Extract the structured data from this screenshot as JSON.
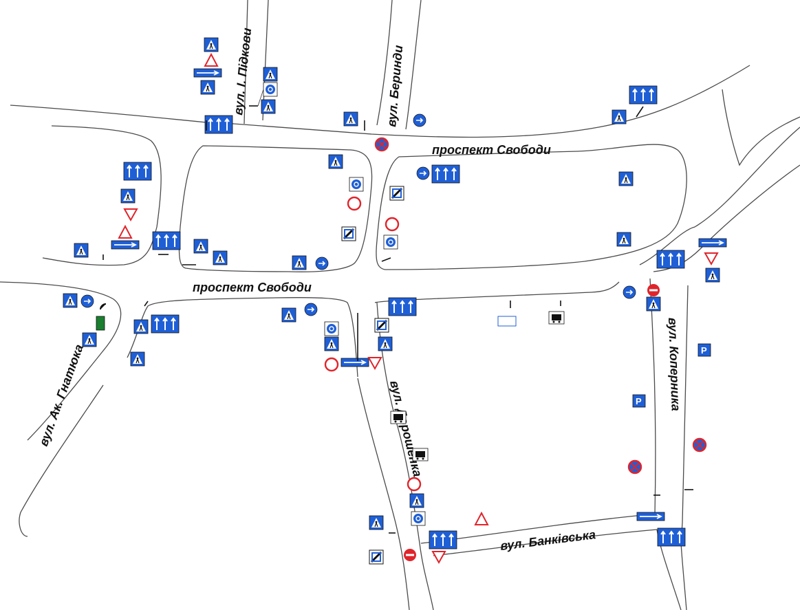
{
  "map": {
    "streets": [
      {
        "id": "prospekt-svobody-top",
        "label": "проспект Свободи"
      },
      {
        "id": "prospekt-svobody-bottom",
        "label": "проспект Свободи"
      },
      {
        "id": "vul-pidkovy",
        "label": "вул. І. Підкови"
      },
      {
        "id": "vul-beryndy",
        "label": "вул. Беринди"
      },
      {
        "id": "vul-hnatiuka",
        "label": "вул. Ак. Гнатюка"
      },
      {
        "id": "vul-doroshenka",
        "label": "вул. Дорошенка"
      },
      {
        "id": "vul-bankivska",
        "label": "вул. Банківська"
      },
      {
        "id": "vul-kopernyka",
        "label": "вул. Коперника"
      }
    ],
    "colors": {
      "sign_blue": "#1f5fd6",
      "sign_red": "#e0242b",
      "road_line": "#4a4a4a",
      "sign_black": "#111111"
    }
  }
}
